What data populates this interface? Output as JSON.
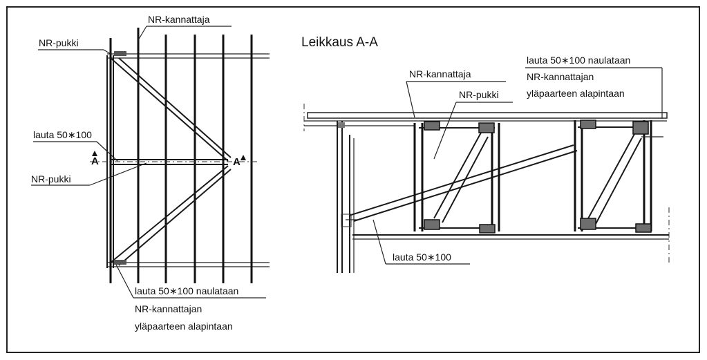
{
  "plan": {
    "labels": {
      "nr_kannattaja": "NR-kannattaja",
      "nr_pukki_top": "NR-pukki",
      "lauta": "lauta 50∗100",
      "nr_pukki_mid": "NR-pukki",
      "section_marker_left": "A",
      "section_marker_right": "A",
      "note_line1": "lauta 50∗100 naulataan",
      "note_line2": "NR-kannattajan",
      "note_line3": "yläpaarteen alapintaan"
    }
  },
  "section": {
    "title": "Leikkaus A-A",
    "labels": {
      "nr_kannattaja": "NR-kannattaja",
      "nr_pukki": "NR-pukki",
      "note_line1": "lauta 50∗100 naulataan",
      "note_line2": "NR-kannattajan",
      "note_line3": "yläpaarteen alapintaan",
      "lauta": "lauta 50∗100"
    }
  }
}
